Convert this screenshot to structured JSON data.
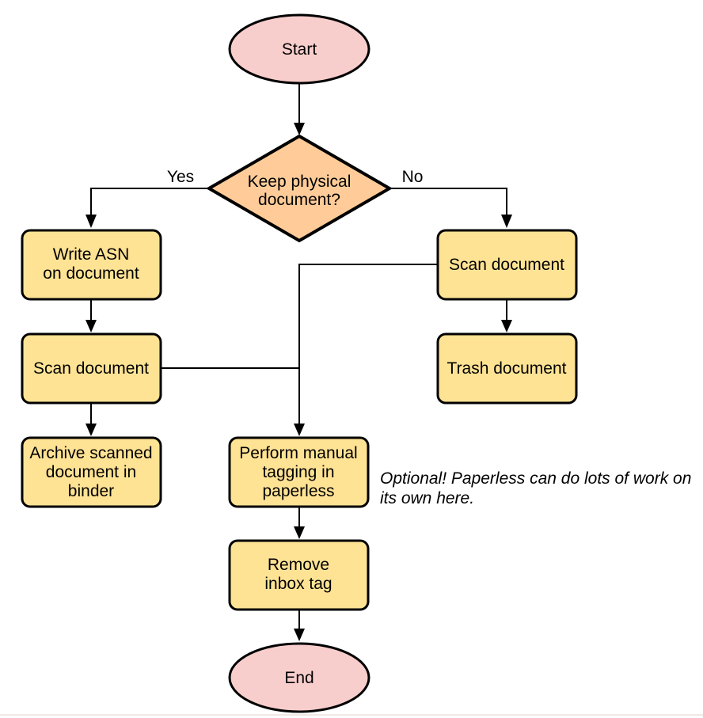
{
  "diagram": {
    "type": "flowchart",
    "background": "#ffffff",
    "colors": {
      "terminal_fill": "#F8CECC",
      "decision_fill": "#FFCC99",
      "process_fill": "#FFE394",
      "stroke": "#000000",
      "footer_line": "#F2E9E9"
    },
    "nodes": {
      "start": {
        "label": "Start"
      },
      "decision": {
        "lines": [
          "Keep physical",
          "document?"
        ]
      },
      "write_asn": {
        "lines": [
          "Write ASN",
          "on document"
        ]
      },
      "scan_left": {
        "label": "Scan document"
      },
      "archive": {
        "lines": [
          "Archive scanned",
          "document in",
          "binder"
        ]
      },
      "scan_right": {
        "label": "Scan document"
      },
      "trash": {
        "label": "Trash document"
      },
      "tagging": {
        "lines": [
          "Perform manual",
          "tagging in",
          "paperless"
        ]
      },
      "remove_inbox": {
        "lines": [
          "Remove",
          "inbox tag"
        ]
      },
      "end": {
        "label": "End"
      }
    },
    "edge_labels": {
      "yes": "Yes",
      "no": "No"
    },
    "annotation": {
      "lines": [
        "Optional! Paperless can do lots of work on",
        "its own here."
      ]
    }
  }
}
